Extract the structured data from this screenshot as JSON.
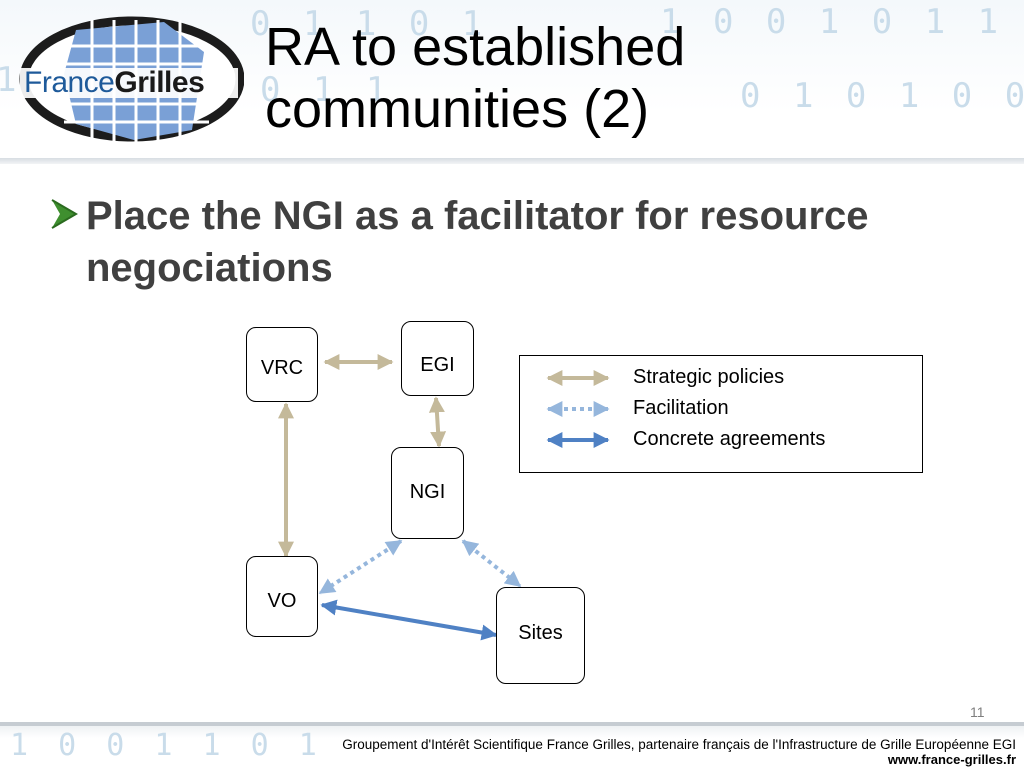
{
  "logo": {
    "text_light": "France",
    "text_bold": "Grilles"
  },
  "slide": {
    "title_line1": "RA to established",
    "title_line2": "communities (2)",
    "bullet": "Place the NGI as a facilitator for resource negociations",
    "page_number": "11"
  },
  "diagram": {
    "nodes": {
      "vrc": "VRC",
      "egi": "EGI",
      "ngi": "NGI",
      "vo": "VO",
      "sites": "Sites"
    },
    "edges": [
      {
        "from": "VRC",
        "to": "EGI",
        "type": "Strategic policies"
      },
      {
        "from": "EGI",
        "to": "NGI",
        "type": "Strategic policies"
      },
      {
        "from": "VRC",
        "to": "VO",
        "type": "Strategic policies"
      },
      {
        "from": "NGI",
        "to": "VO",
        "type": "Facilitation"
      },
      {
        "from": "NGI",
        "to": "Sites",
        "type": "Facilitation"
      },
      {
        "from": "VO",
        "to": "Sites",
        "type": "Concrete agreements"
      }
    ]
  },
  "legend": {
    "items": [
      {
        "label": "Strategic policies",
        "color": "#c4b99a",
        "style": "solid"
      },
      {
        "label": "Facilitation",
        "color": "#95b6dc",
        "style": "dotted"
      },
      {
        "label": "Concrete agreements",
        "color": "#4f81c4",
        "style": "solid"
      }
    ]
  },
  "footer": {
    "text": "Groupement d'Intérêt Scientifique France Grilles, partenaire français de l'Infrastructure de Grille Européenne EGI",
    "url": "www.france-grilles.fr"
  }
}
